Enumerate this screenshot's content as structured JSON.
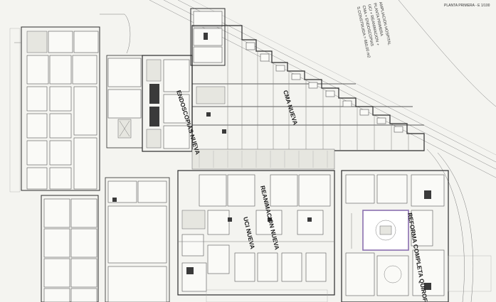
{
  "sheet": {
    "sheet_label": "PLANTA PRIMERA  -  E 1/100"
  },
  "title_block": {
    "lines": [
      "AMPLIACION HOSPITAL",
      "PLANTA PRIMERA",
      "UCI + REANIMACION +",
      "CMA + ENDOSCOPIAS",
      "S.CONSTRUIDA = 660,00 m2"
    ]
  },
  "zones": {
    "endoscopias": "ENDOSCOPIAS NUEVA",
    "cma": "CMA NUEVA",
    "reanimacion": "REANIMACION NUEVA",
    "uci": "UCI NUEVA",
    "quirofano": "REFORMA COMPLETA QUIROFANO"
  },
  "colors": {
    "highlight": "#8a6fb0",
    "line": "#2b2b2b",
    "background": "#f4f4f0"
  }
}
